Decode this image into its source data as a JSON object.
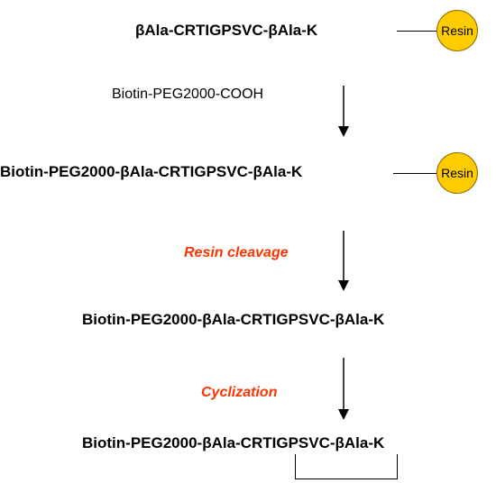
{
  "colors": {
    "resin_fill": "#ffcc00",
    "step_text": "#ff3300",
    "line": "#000000"
  },
  "rows": [
    {
      "sequence": "βAla-CRTIGPSVC-βAla-K",
      "resin": "Resin"
    },
    {
      "sequence": "Biotin-PEG2000-βAla-CRTIGPSVC-βAla-K",
      "resin": "Resin"
    },
    {
      "sequence": "Biotin-PEG2000-βAla-CRTIGPSVC-βAla-K"
    },
    {
      "sequence": "Biotin-PEG2000-βAla-CRTIGPSVC-βAla-K"
    }
  ],
  "steps": [
    {
      "label": "Biotin-PEG2000-COOH",
      "style": "reagent"
    },
    {
      "label": "Resin cleavage",
      "style": "highlight"
    },
    {
      "label": "Cyclization",
      "style": "highlight"
    }
  ]
}
